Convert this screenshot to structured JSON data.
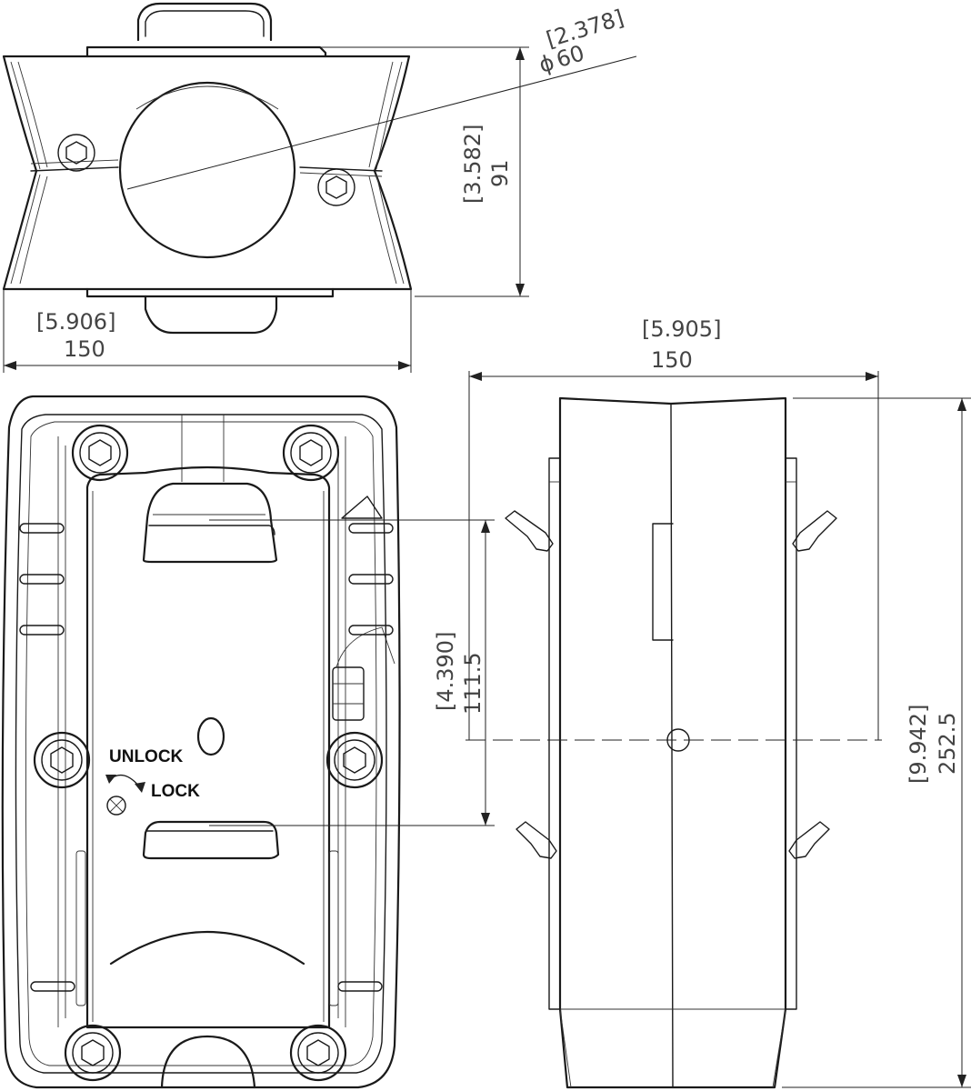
{
  "top_view": {
    "diameter_mm": "60",
    "diameter_in": "[2.378]",
    "diameter_symbol": "ϕ",
    "height_mm": "91",
    "height_in": "[3.582]",
    "width_mm": "150",
    "width_in": "[5.906]"
  },
  "front_view": {
    "spacing_mm": "111.5",
    "spacing_in": "[4.390]",
    "unlock_label": "UNLOCK",
    "lock_label": "LOCK"
  },
  "side_view": {
    "width_mm": "150",
    "width_in": "[5.905]",
    "height_mm": "252.5",
    "height_in": "[9.942]"
  }
}
